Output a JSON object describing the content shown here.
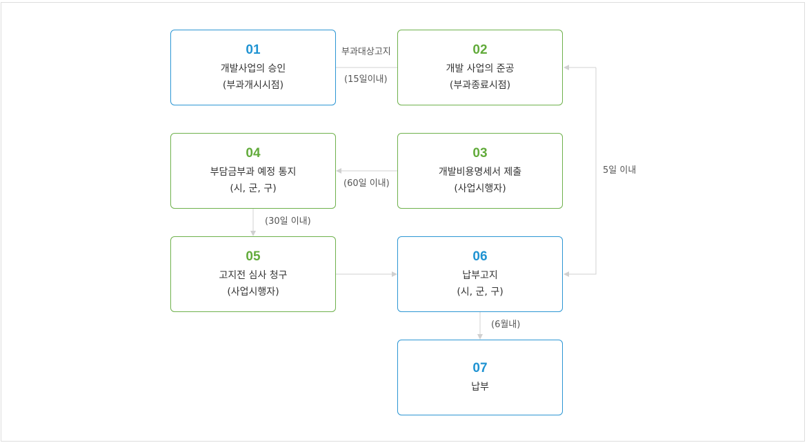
{
  "steps": [
    {
      "num": "01",
      "line1": "개발사업의 승인",
      "line2": "(부과개시시점)",
      "color": "blue"
    },
    {
      "num": "02",
      "line1": "개발 사업의 준공",
      "line2": "(부과종료시점)",
      "color": "green"
    },
    {
      "num": "03",
      "line1": "개발비용명세서 제출",
      "line2": "(사업시행자)",
      "color": "green"
    },
    {
      "num": "04",
      "line1": "부담금부과 예정 통지",
      "line2": "(시, 군, 구)",
      "color": "green"
    },
    {
      "num": "05",
      "line1": "고지전 심사 청구",
      "line2": "(사업시행자)",
      "color": "green"
    },
    {
      "num": "06",
      "line1": "납부고지",
      "line2": "(시, 군, 구)",
      "color": "blue"
    },
    {
      "num": "07",
      "line1": "납부",
      "line2": "",
      "color": "blue"
    }
  ],
  "connectors": {
    "c01_02_top": "부과대상고지",
    "c01_02_bottom": "(15일이내)",
    "c03_04": "(60일 이내)",
    "c04_05": "(30일 이내)",
    "c06_02": "5일 이내",
    "c06_07": "(6월내)"
  },
  "colors": {
    "blue": "#2a95d3",
    "green": "#6db04a",
    "connector": "#d0d0d0"
  }
}
